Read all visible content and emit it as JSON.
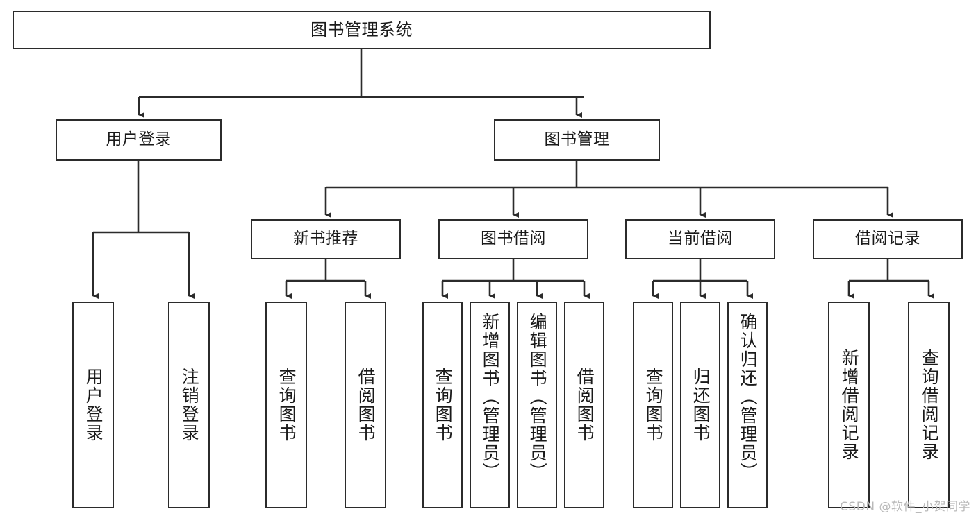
{
  "diagram": {
    "title": "图书管理系统",
    "type": "tree",
    "watermark": "CSDN @软件_小贺同学",
    "colors": {
      "background": "#ffffff",
      "stroke": "#2b2b2b",
      "text": "#1a1a1a",
      "watermark": "#b9b9b9"
    },
    "levels": {
      "root": {
        "label": "图书管理系统"
      },
      "level2": [
        {
          "label": "用户登录"
        },
        {
          "label": "图书管理"
        }
      ],
      "level3": [
        {
          "label": "新书推荐",
          "parent": "图书管理"
        },
        {
          "label": "图书借阅",
          "parent": "图书管理"
        },
        {
          "label": "当前借阅",
          "parent": "图书管理"
        },
        {
          "label": "借阅记录",
          "parent": "图书管理"
        }
      ],
      "level4": [
        {
          "label": "用户登录",
          "parent": "用户登录"
        },
        {
          "label": "注销登录",
          "parent": "用户登录"
        },
        {
          "label": "查询图书",
          "parent": "新书推荐"
        },
        {
          "label": "借阅图书",
          "parent": "新书推荐"
        },
        {
          "label": "查询图书",
          "parent": "图书借阅"
        },
        {
          "label": "新增图书（管理员）",
          "parent": "图书借阅"
        },
        {
          "label": "编辑图书（管理员）",
          "parent": "图书借阅"
        },
        {
          "label": "借阅图书",
          "parent": "图书借阅"
        },
        {
          "label": "查询图书",
          "parent": "当前借阅"
        },
        {
          "label": "归还图书",
          "parent": "当前借阅"
        },
        {
          "label": "确认归还（管理员）",
          "parent": "当前借阅"
        },
        {
          "label": "新增借阅记录",
          "parent": "借阅记录"
        },
        {
          "label": "查询借阅记录",
          "parent": "借阅记录"
        }
      ]
    }
  }
}
